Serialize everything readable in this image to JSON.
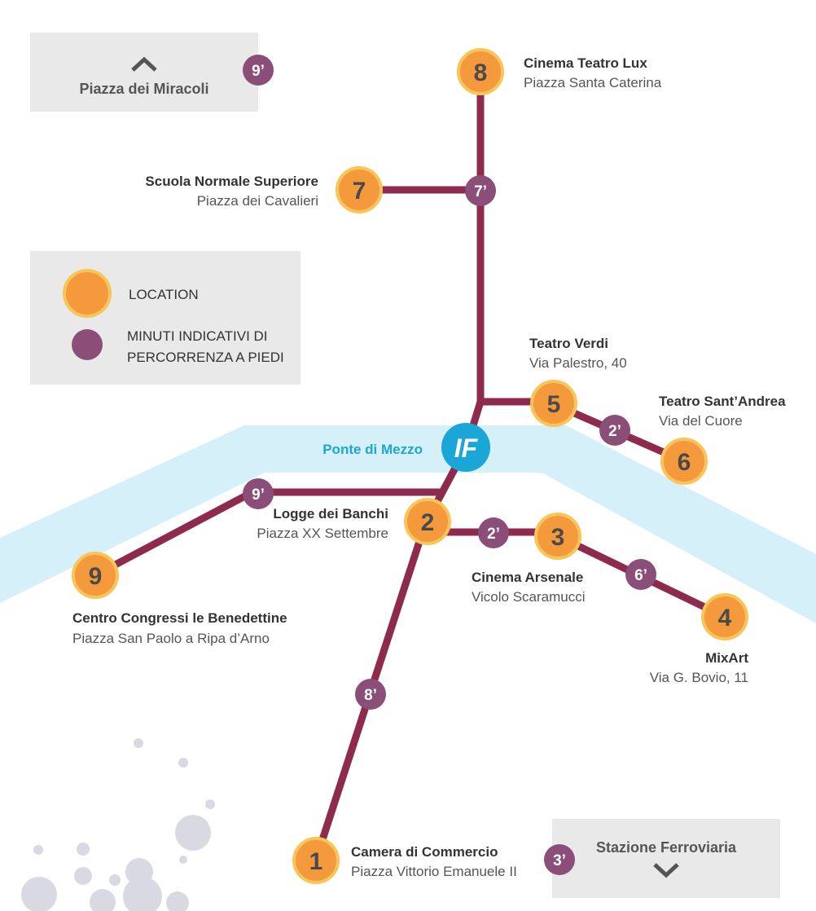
{
  "colors": {
    "route": "#8e2a4e",
    "location_fill": "#f59a3c",
    "location_ring": "#f7c55a",
    "minutes_fill": "#8a4e78",
    "river": "#d5f0f8",
    "panel": "#e9e9e9",
    "bubbles": "#d9d9e3",
    "logo": "#1aa6d6"
  },
  "top_box": {
    "label": "Piazza dei Miracoli",
    "icon": "chevron-up-icon",
    "minutes": "9’"
  },
  "bottom_box": {
    "label": "Stazione Ferroviaria",
    "icon": "chevron-down-icon",
    "minutes": "3’"
  },
  "legend": {
    "location_label": "LOCATION",
    "minutes_line1": "MINUTI INDICATIVI DI",
    "minutes_line2": "PERCORRENZA A PIEDI"
  },
  "bridge": {
    "label": "Ponte di Mezzo",
    "logo_text": "IF"
  },
  "locations": [
    {
      "number": "1",
      "name": "Camera di Commercio",
      "address": "Piazza Vittorio Emanuele II"
    },
    {
      "number": "2",
      "name": "Logge dei Banchi",
      "address": "Piazza XX Settembre"
    },
    {
      "number": "3",
      "name": "Cinema Arsenale",
      "address": "Vicolo Scaramucci"
    },
    {
      "number": "4",
      "name": "MixArt",
      "address": "Via G. Bovio, 11"
    },
    {
      "number": "5",
      "name": "Teatro Verdi",
      "address": "Via Palestro, 40"
    },
    {
      "number": "6",
      "name": "Teatro Sant’Andrea",
      "address": "Via del Cuore"
    },
    {
      "number": "7",
      "name": "Scuola Normale Superiore",
      "address": "Piazza dei Cavalieri"
    },
    {
      "number": "8",
      "name": "Cinema Teatro Lux",
      "address": "Piazza Santa Caterina"
    },
    {
      "number": "9",
      "name": "Centro Congressi le Benedettine",
      "address": "Piazza San Paolo a Ripa d’Arno"
    }
  ],
  "walking_minutes": [
    {
      "segment": "8 – 7",
      "label": "7’"
    },
    {
      "segment": "5 – 6",
      "label": "2’"
    },
    {
      "segment": "2 – 9",
      "label": "9’"
    },
    {
      "segment": "2 – 3",
      "label": "2’"
    },
    {
      "segment": "3 – 4",
      "label": "6’"
    },
    {
      "segment": "1 – 2",
      "label": "8’"
    }
  ]
}
